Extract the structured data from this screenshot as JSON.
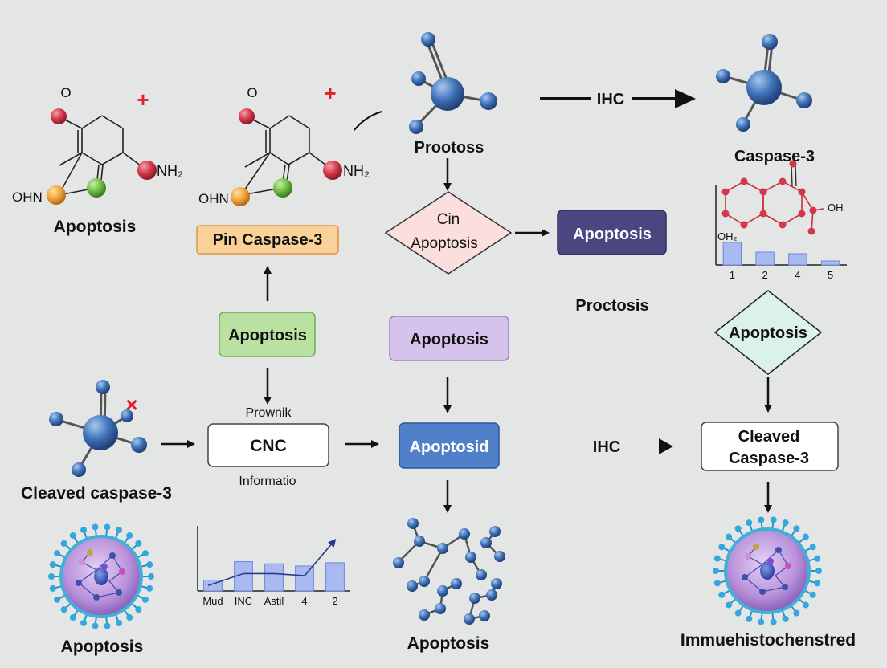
{
  "colors": {
    "background": "#e4e6e6",
    "orange_box": "#fbd19a",
    "green_box": "#b9e2a2",
    "lavender_box": "#d6c3ec",
    "dark_purple_box": "#4b4680",
    "blue_box": "#4f80c9",
    "atom_blue": "#3f72b8",
    "atom_red": "#d4374b",
    "atom_green": "#71bd45",
    "atom_orange": "#f1a43a",
    "plus_red": "#e0202a",
    "bar_fill": "#a9b9f2"
  },
  "labels": {
    "mol1_o": "O",
    "mol1_plus": "+",
    "mol1_nh2": "NH₂",
    "mol1_ohn": "OHN",
    "mol1_name": "Apoptosis",
    "mol2_o": "O",
    "mol2_plus": "+",
    "mol2_nh2": "NH₂",
    "mol2_ohn": "OHN",
    "prootoss": "Prootoss",
    "ihc_top": "IHC",
    "caspase3_top": "Caspase-3",
    "proctosis": "Proctosis",
    "prownik": "Prownik",
    "informatio": "Informatio",
    "cleaved_caspase3": "Cleaved caspase-3",
    "cross_mark": "×",
    "ihc_mid": "IHC",
    "apoptosis_bottom_left": "Apoptosis",
    "apoptosis_bottom_center": "Apoptosis",
    "immuno": "Immuehistochenstred",
    "struct_oh": "OH",
    "struct_oh2": "OH₂"
  },
  "boxes": {
    "pin_caspase": "Pin Caspase-3",
    "apoptosis_green": "Apoptosis",
    "cnc": "CNC",
    "apoptosis_lavender": "Apoptosis",
    "apoptosid": "Apoptosid",
    "apoptosis_dark": "Apoptosis",
    "cleaved_line1": "Cleaved",
    "cleaved_line2": "Caspase-3"
  },
  "diamonds": {
    "center_line1": "Cin",
    "center_line2": "Apoptosis",
    "right": "Apoptosis"
  },
  "chart_data": [
    {
      "type": "bar",
      "categories": [
        "Mud",
        "INC",
        "Astil",
        "4",
        "2"
      ],
      "values": [
        1.0,
        2.7,
        2.5,
        2.3,
        2.6
      ],
      "trend": [
        0.5,
        1.6,
        1.6,
        1.4,
        4.7
      ],
      "ylim": [
        0,
        6
      ]
    },
    {
      "type": "bar",
      "categories": [
        "1",
        "2",
        "4",
        "5"
      ],
      "values": [
        2.8,
        1.6,
        1.4,
        0.5
      ],
      "ylim": [
        0,
        10
      ]
    }
  ]
}
